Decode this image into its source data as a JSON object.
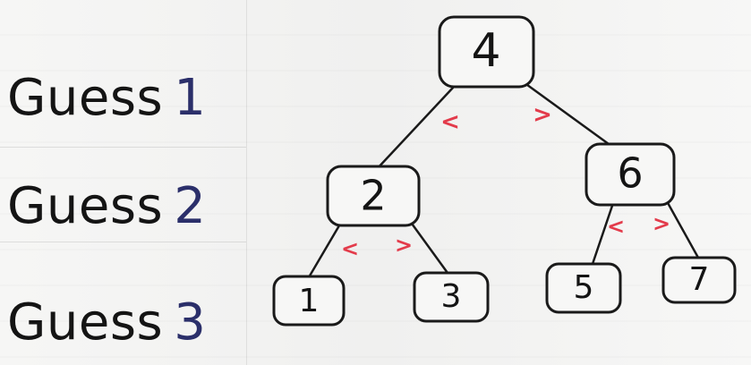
{
  "guesses": [
    {
      "word": "Guess",
      "number": "1"
    },
    {
      "word": "Guess",
      "number": "2"
    },
    {
      "word": "Guess",
      "number": "3"
    }
  ],
  "tree": {
    "nodes": {
      "root": "4",
      "left": "2",
      "right": "6",
      "left_left": "1",
      "left_right": "3",
      "right_left": "5",
      "right_right": "7"
    },
    "comparisons": {
      "less": "<",
      "greater": ">"
    }
  },
  "colors": {
    "label_text": "#141414",
    "guess_number": "#2b2f6a",
    "comparison": "#e33b4b",
    "node_stroke": "#141414"
  }
}
